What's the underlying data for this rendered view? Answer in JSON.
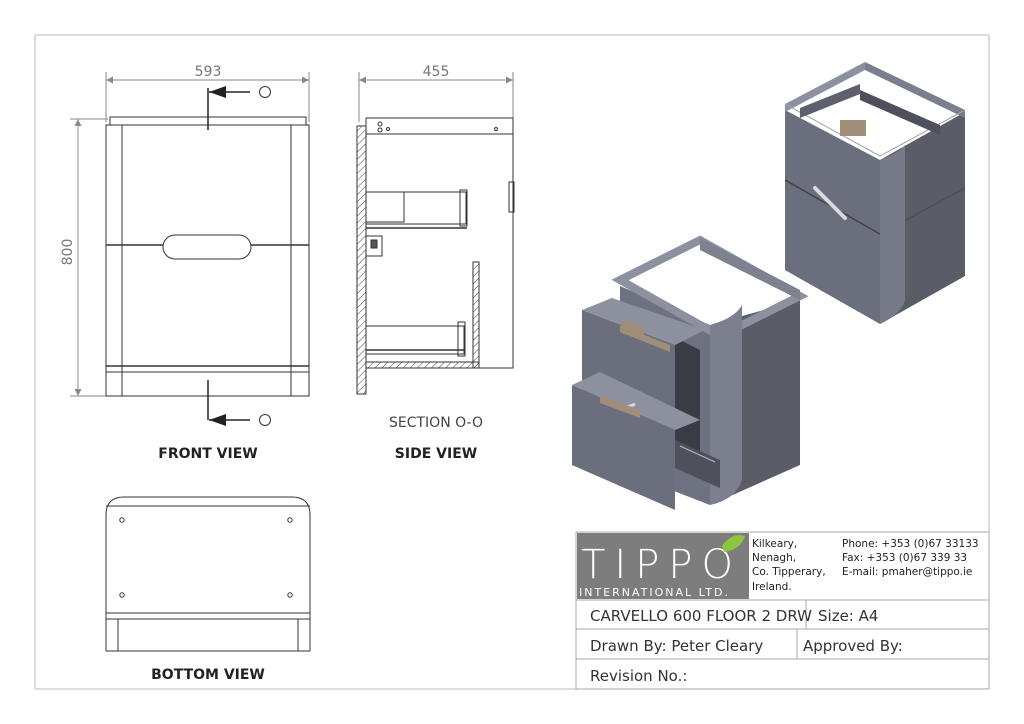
{
  "dimensions": {
    "front_width": "593",
    "side_depth": "455",
    "height": "800"
  },
  "section_marker": "O",
  "labels": {
    "front_view": "FRONT VIEW",
    "side_view": "SIDE VIEW",
    "section": "SECTION O-O",
    "bottom_view": "BOTTOM VIEW"
  },
  "title_block": {
    "logo_text": "TIPPO",
    "logo_subtext": "INTERNATIONAL LTD.",
    "address": [
      "Kilkeary,",
      "Nenagh,",
      "Co. Tipperary,",
      "Ireland."
    ],
    "contact": [
      "Phone: +353 (0)67 33133",
      "Fax: +353 (0)67 339 33",
      "E-mail: pmaher@tippo.ie"
    ],
    "title": "CARVELLO 600 FLOOR 2 DRW",
    "size": "Size: A4",
    "drawn_by": "Drawn By: Peter Cleary",
    "approved_by": "Approved By:",
    "revision": "Revision No.:"
  },
  "colors": {
    "line": "#333333",
    "dim_line": "#8a8a8a",
    "cabinet_body": "#6b6e7c",
    "cabinet_light": "#8d909e",
    "cabinet_dark": "#4e505b",
    "logo_bg": "#7d7d7d",
    "logo_leaf": "#8dc63f"
  }
}
